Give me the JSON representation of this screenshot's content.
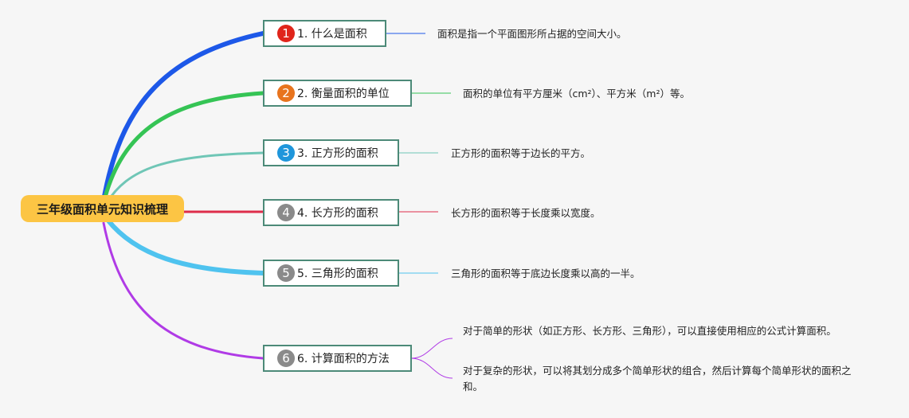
{
  "root": {
    "label": "三年级面积单元知识梳理"
  },
  "branches": [
    {
      "number": "1",
      "label": "1. 什么是面积",
      "badge_color": "#e0251b",
      "branch_color": "#1d58e8",
      "notes": [
        "面积是指一个平面图形所占据的空间大小。"
      ]
    },
    {
      "number": "2",
      "label": "2. 衡量面积的单位",
      "badge_color": "#e8741e",
      "branch_color": "#35c455",
      "notes": [
        "面积的单位有平方厘米（cm²）、平方米（m²）等。"
      ]
    },
    {
      "number": "3",
      "label": "3. 正方形的面积",
      "badge_color": "#1f96db",
      "branch_color": "#6fc6b6",
      "notes": [
        "正方形的面积等于边长的平方。"
      ]
    },
    {
      "number": "4",
      "label": "4. 长方形的面积",
      "badge_color": "#8a8a8a",
      "branch_color": "#de2d4b",
      "notes": [
        "长方形的面积等于长度乘以宽度。"
      ]
    },
    {
      "number": "5",
      "label": "5. 三角形的面积",
      "badge_color": "#8a8a8a",
      "branch_color": "#4fc3ef",
      "notes": [
        "三角形的面积等于底边长度乘以高的一半。"
      ]
    },
    {
      "number": "6",
      "label": "6. 计算面积的方法",
      "badge_color": "#8a8a8a",
      "branch_color": "#b03be6",
      "notes": [
        "对于简单的形状（如正方形、长方形、三角形），可以直接使用相应的公式计算面积。",
        "对于复杂的形状，可以将其划分成多个简单形状的组合，然后计算每个简单形状的面积之和。"
      ]
    }
  ]
}
